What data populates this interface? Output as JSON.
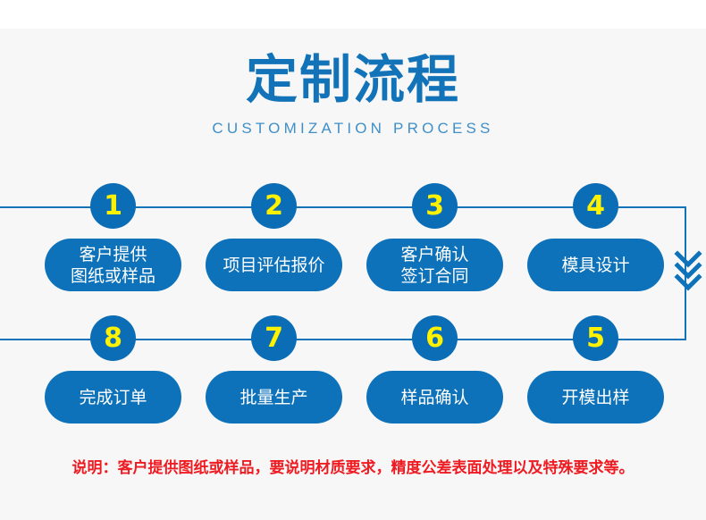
{
  "header": {
    "title": "定制流程",
    "subtitle": "CUSTOMIZATION PROCESS",
    "title_color": "#1273b8",
    "subtitle_color": "#3f8fc8"
  },
  "theme": {
    "background": "#f7f7f7",
    "top_strip": "#ffffff",
    "pill_blue": "#0d72ba",
    "circle_blue": "#0b6db5",
    "number_yellow": "#fff200",
    "line_blue": "#1273b8",
    "note_red": "#ee1c22",
    "pill_text": "#ffffff"
  },
  "flow": {
    "row_top": [
      {
        "number": "1",
        "lines": [
          "客户提供",
          "图纸或样品"
        ]
      },
      {
        "number": "2",
        "lines": [
          "项目评估报价"
        ]
      },
      {
        "number": "3",
        "lines": [
          "客户确认",
          "签订合同"
        ]
      },
      {
        "number": "4",
        "lines": [
          "模具设计"
        ]
      }
    ],
    "row_bottom": [
      {
        "number": "8",
        "lines": [
          "完成订单"
        ]
      },
      {
        "number": "7",
        "lines": [
          "批量生产"
        ]
      },
      {
        "number": "6",
        "lines": [
          "样品确认"
        ]
      },
      {
        "number": "5",
        "lines": [
          "开模出样"
        ]
      }
    ],
    "arrow_icon": "double-chevron-down-icon"
  },
  "footer": {
    "note": "说明：客户提供图纸或样品，要说明材质要求，精度公差表面处理以及特殊要求等。"
  }
}
